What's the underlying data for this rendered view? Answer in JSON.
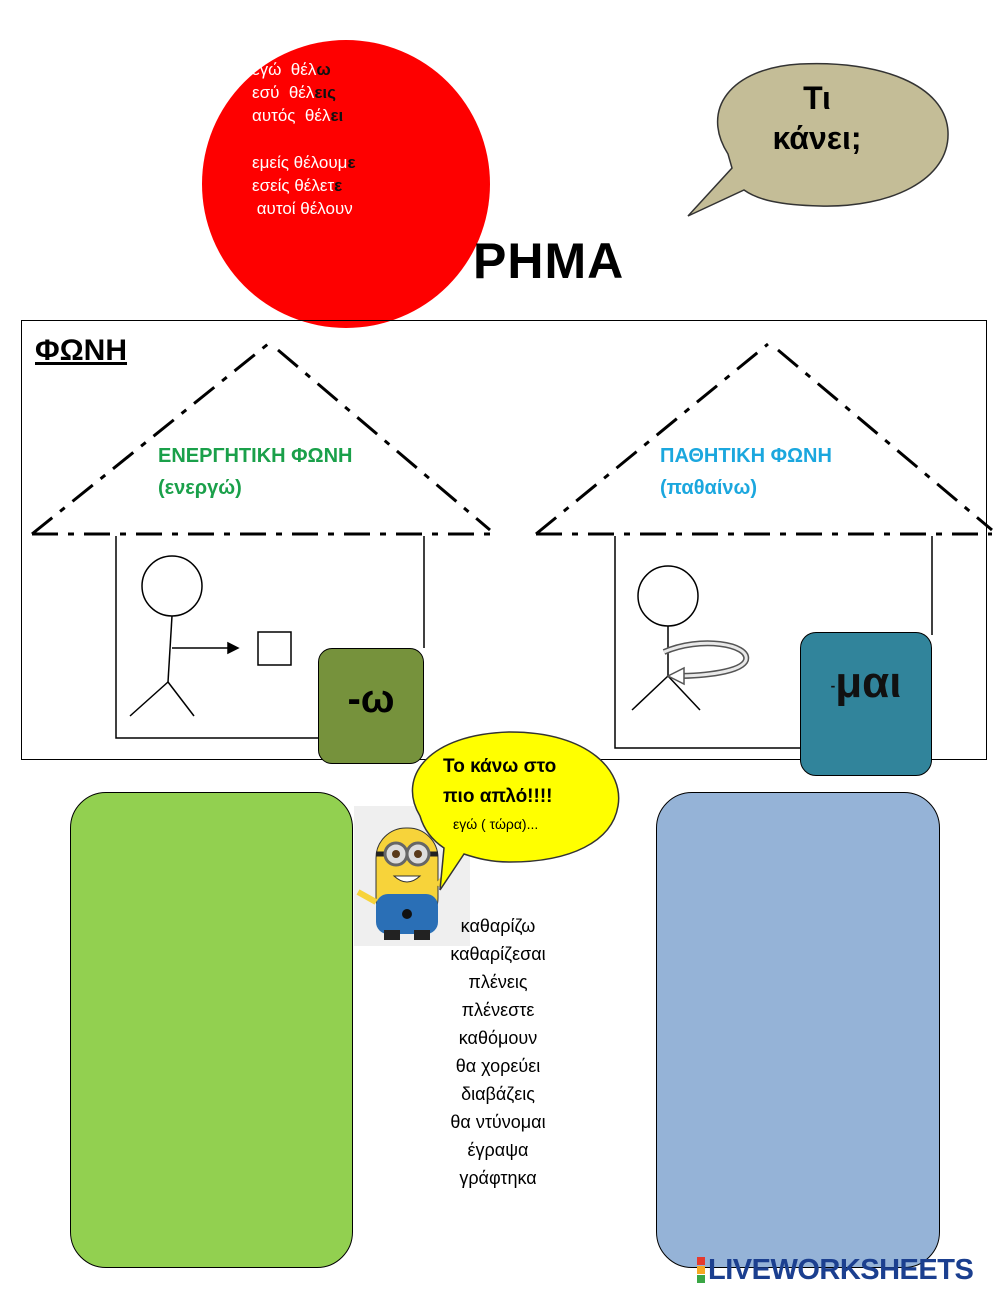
{
  "conjugation": {
    "singular": [
      {
        "stem": "εγώ  θέλ",
        "ending": "ω"
      },
      {
        "stem": "εσύ  θέλ",
        "ending": "εις"
      },
      {
        "stem": "αυτός  θέλ",
        "ending": "ει"
      }
    ],
    "plural": [
      {
        "stem": "εμείς θέλουμ",
        "ending": "ε"
      },
      {
        "stem": "εσείς θέλετ",
        "ending": "ε"
      },
      {
        "stem": " αυτοί θέλουν",
        "ending": ""
      }
    ]
  },
  "title": "ΡΗΜΑ",
  "speech_question": {
    "line1": "Τι",
    "line2": "κάνει;"
  },
  "voice_box": {
    "label": "ΦΩΝΗ",
    "active": {
      "title": "ΕΝΕΡΓΗΤΙΚΗ ΦΩΝΗ",
      "subtitle": "(ενεργώ)",
      "ending": "-ω"
    },
    "passive": {
      "title": "ΠΑΘΗΤΙΚΗ ΦΩΝΗ",
      "subtitle": "(παθαίνω)",
      "ending_dash": "-",
      "ending": "μαι"
    }
  },
  "bubble": {
    "line1": "Το κάνω στο",
    "line2": "πιο απλό!!!!",
    "sub": "εγώ ( τώρα)..."
  },
  "verbs": [
    "καθαρίζω",
    "καθαρίζεσαι",
    "πλένεις",
    "πλένεστε",
    "καθόμουν",
    "θα χορεύει",
    "διαβάζεις",
    "θα ντύνομαι",
    "έγραψα",
    "γράφτηκα"
  ],
  "logo": {
    "text": "LIVEWORKSHEETS",
    "colors": [
      "#e63a2e",
      "#f7a823",
      "#3aa645",
      "#2b6cc4"
    ]
  },
  "colors": {
    "red": "#fe0000",
    "olive": "#76923c",
    "teal": "#31849b",
    "green": "#92d050",
    "blue": "#95b3d7",
    "tan": "#c4bd97",
    "yellow": "#ffff00"
  }
}
